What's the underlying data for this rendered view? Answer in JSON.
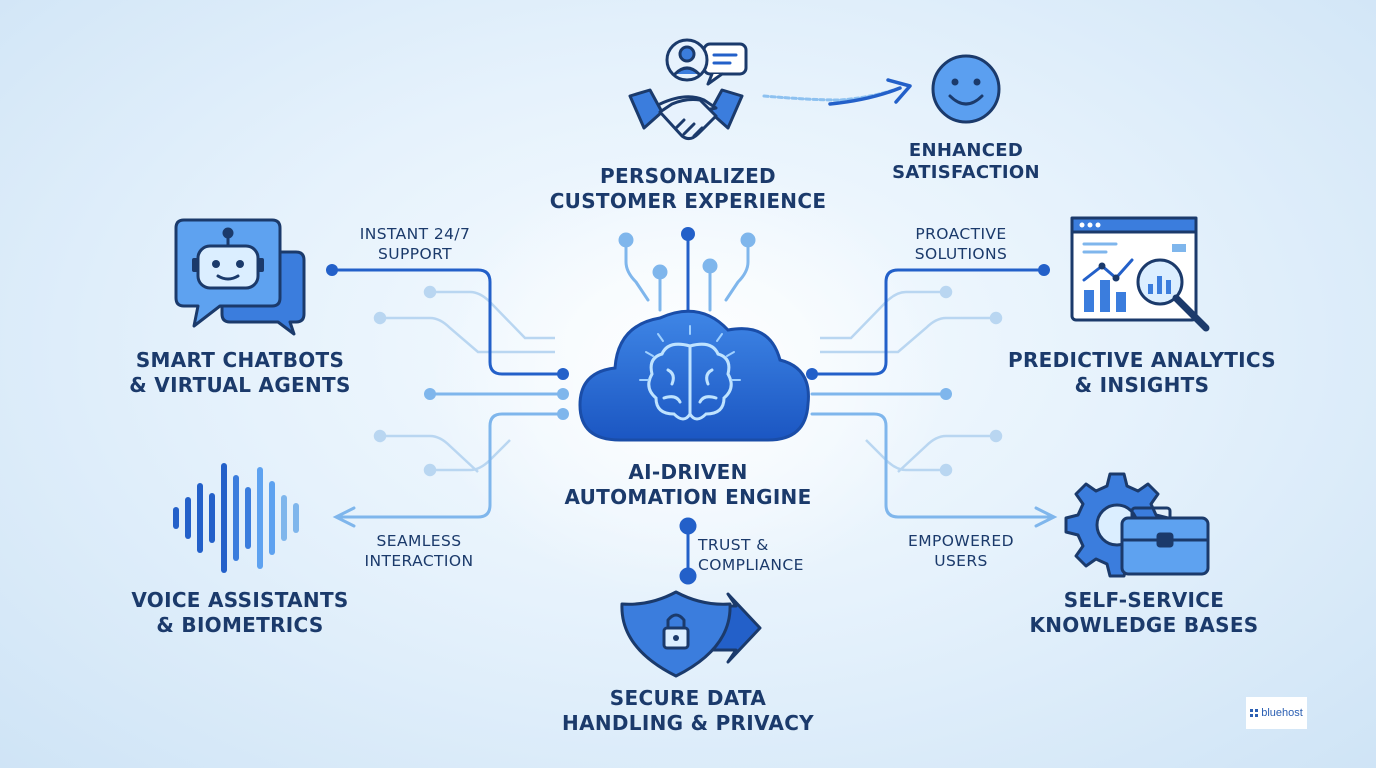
{
  "center": {
    "line1": "AI-DRIVEN",
    "line2": "AUTOMATION ENGINE"
  },
  "nodes": {
    "personalized": {
      "line1": "PERSONALIZED",
      "line2": "CUSTOMER EXPERIENCE"
    },
    "satisfaction": {
      "line1": "ENHANCED",
      "line2": "SATISFACTION"
    },
    "chatbots": {
      "line1": "SMART CHATBOTS",
      "line2": "& VIRTUAL AGENTS"
    },
    "analytics": {
      "line1": "PREDICTIVE ANALYTICS",
      "line2": "& INSIGHTS"
    },
    "voice": {
      "line1": "VOICE ASSISTANTS",
      "line2": "& BIOMETRICS"
    },
    "selfservice": {
      "line1": "SELF-SERVICE",
      "line2": "KNOWLEDGE BASES"
    },
    "secure": {
      "line1": "SECURE DATA",
      "line2": "HANDLING & PRIVACY"
    }
  },
  "connectors": {
    "instant": {
      "line1": "INSTANT 24/7",
      "line2": "SUPPORT"
    },
    "proactive": {
      "line1": "PROACTIVE",
      "line2": "SOLUTIONS"
    },
    "seamless": {
      "line1": "SEAMLESS",
      "line2": "INTERACTION"
    },
    "empowered": {
      "line1": "EMPOWERED",
      "line2": "USERS"
    },
    "trust": {
      "line1": "TRUST &",
      "line2": "COMPLIANCE"
    }
  },
  "icons": {
    "center": "cloud-brain-icon",
    "personalized": "handshake-icon",
    "satisfaction": "smiley-icon",
    "chatbots": "chatbot-icon",
    "analytics": "analytics-chart-icon",
    "voice": "sound-wave-icon",
    "selfservice": "gear-toolbox-icon",
    "secure": "shield-lock-icon"
  },
  "colors": {
    "primary": "#2360c9",
    "dark": "#1b3a6b",
    "light": "#7fb6ec",
    "fill": "#3b7ddd"
  },
  "watermark": {
    "text": "bluehost"
  }
}
